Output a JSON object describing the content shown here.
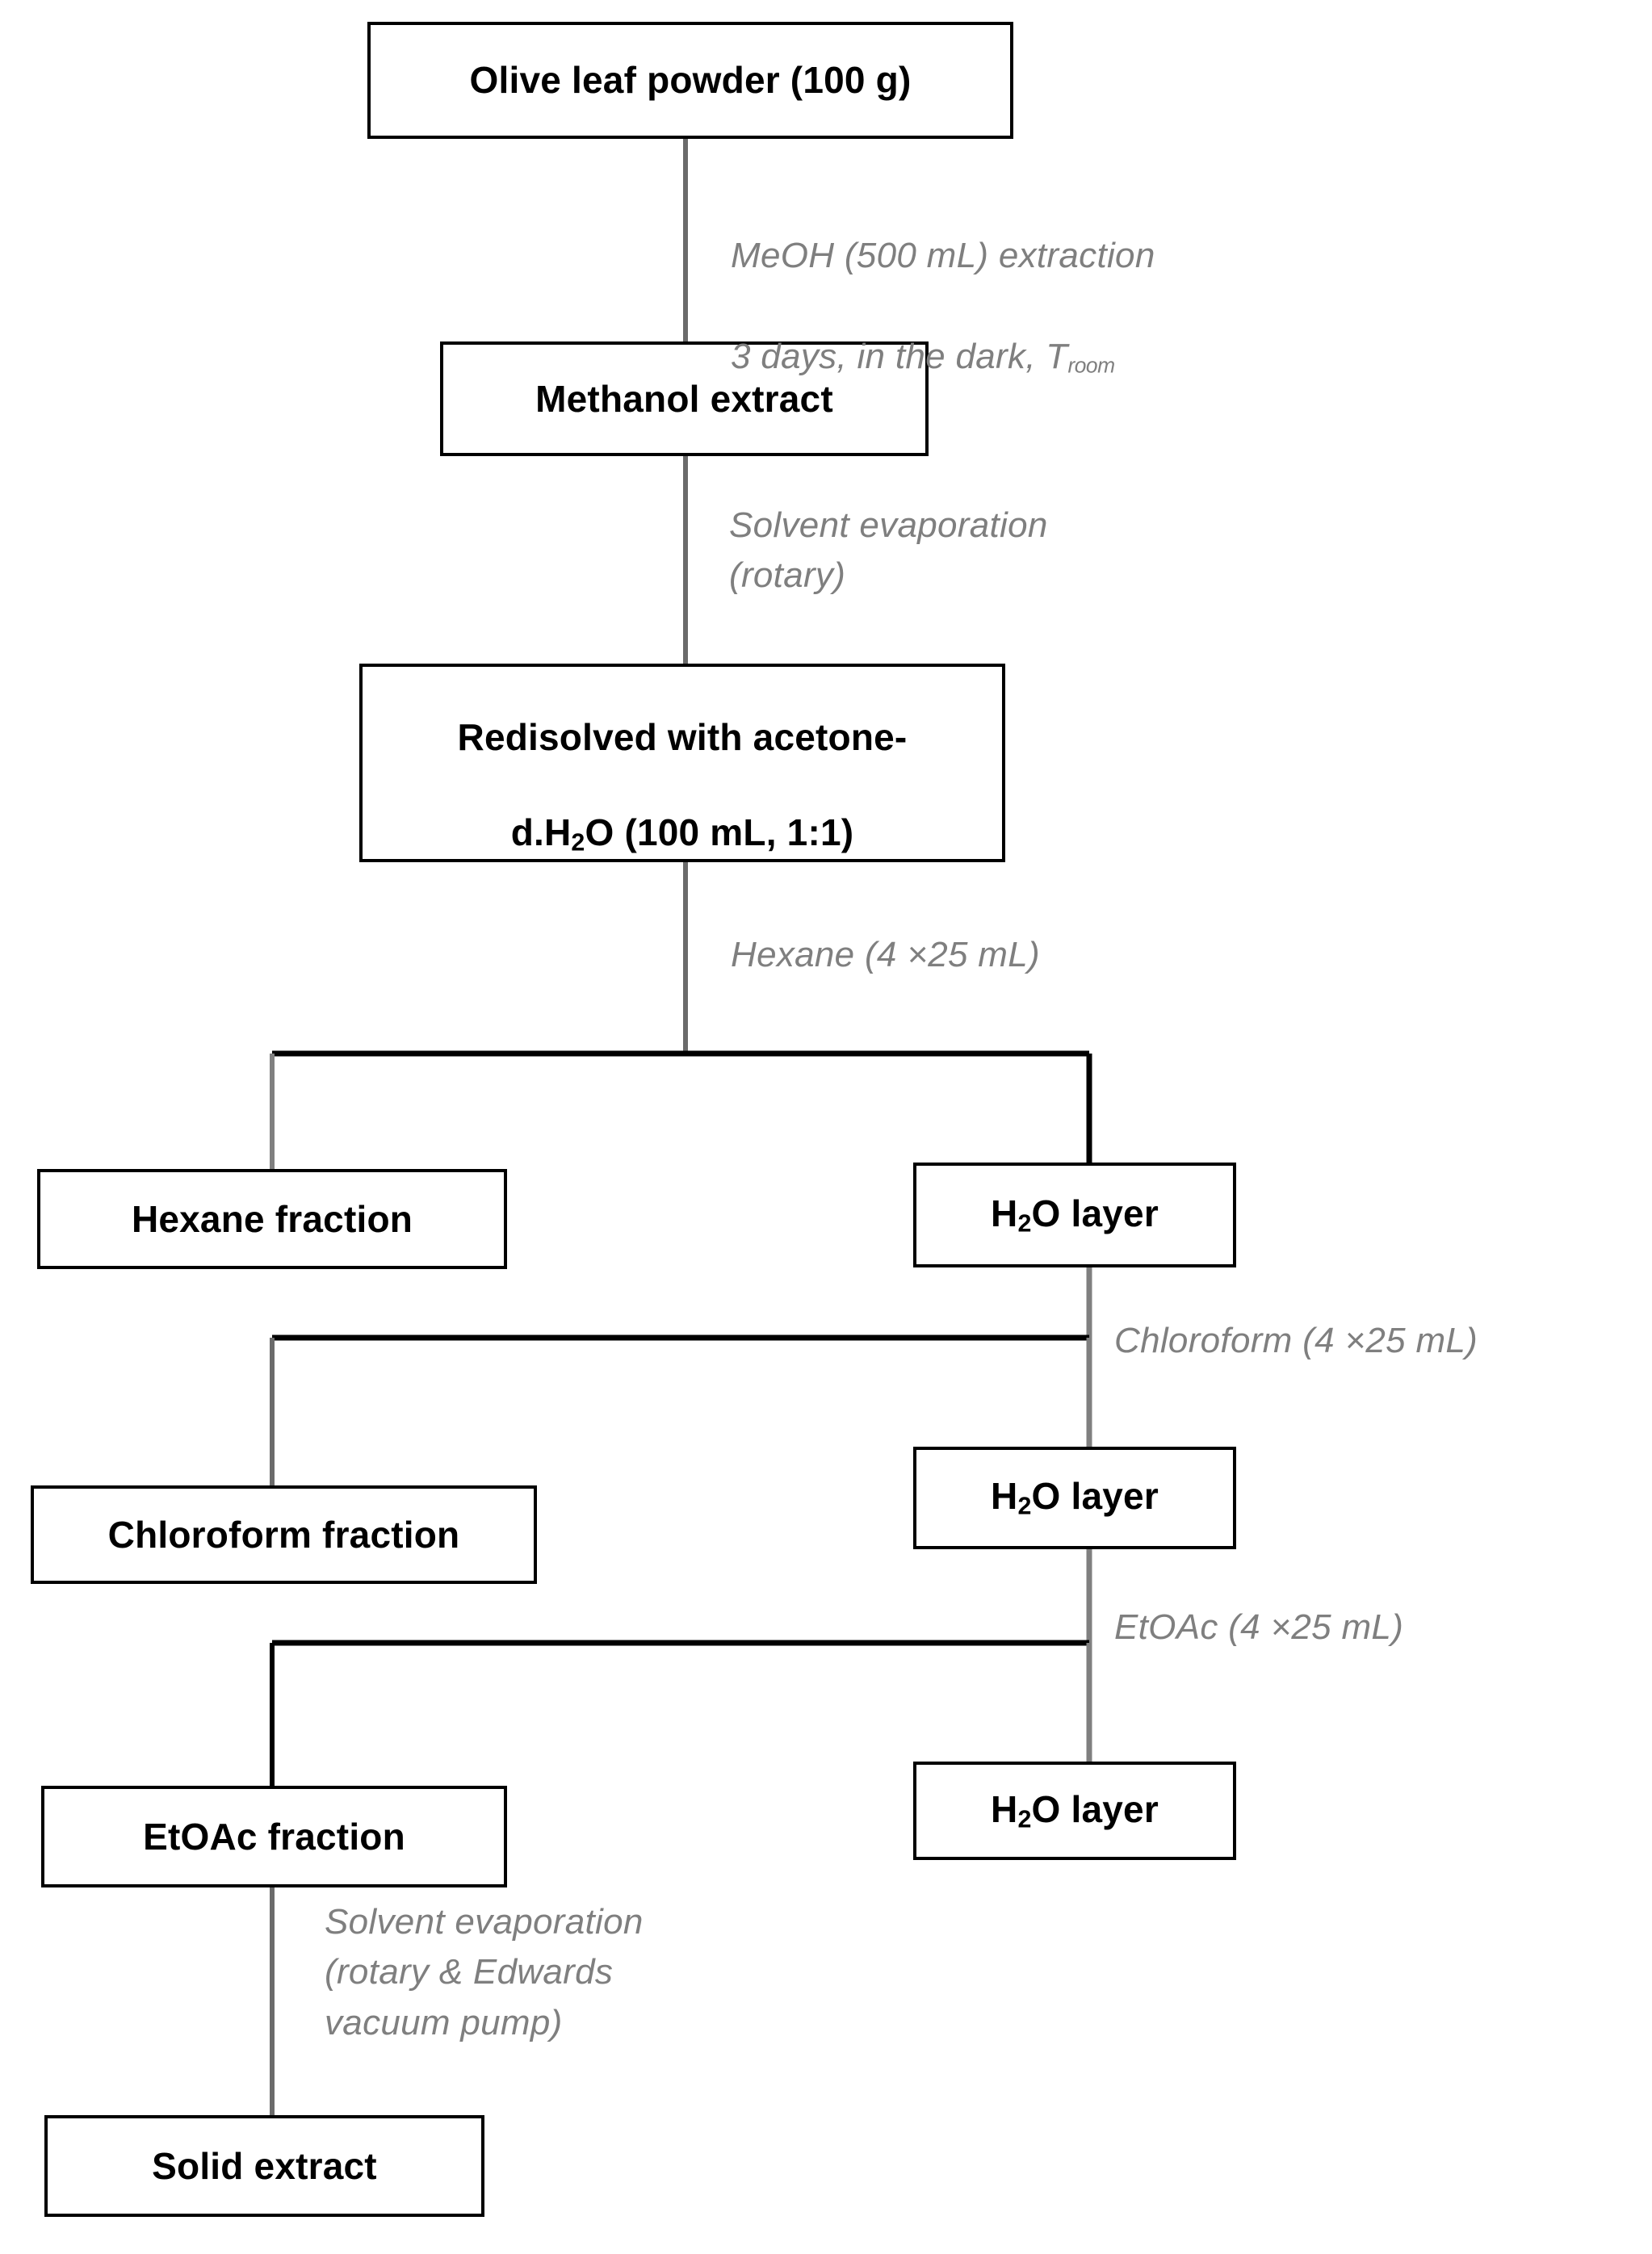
{
  "diagram": {
    "title": "Olive leaf extraction and liquid-liquid fractionation flowchart",
    "colors": {
      "box_border": "#000000",
      "box_fill": "#ffffff",
      "text": "#000000",
      "annotation_text": "#7f7f7f",
      "connector_dark": "#000000",
      "connector_gray": "#808080"
    },
    "nodes": [
      {
        "id": "olive-leaf-powder",
        "label": "Olive leaf powder (100 g)"
      },
      {
        "id": "methanol-extract",
        "label": "Methanol extract"
      },
      {
        "id": "redisolved-acetone",
        "label_line1": "Redisolved with acetone-",
        "label_line2_pre": "d.H",
        "label_line2_sub": "2",
        "label_line2_post": "O (100 mL, 1:1)"
      },
      {
        "id": "hexane-fraction",
        "label": "Hexane fraction"
      },
      {
        "id": "h2o-layer-1",
        "label_pre": "H",
        "label_sub": "2",
        "label_post": "O layer"
      },
      {
        "id": "chloroform-fraction",
        "label": "Chloroform fraction"
      },
      {
        "id": "h2o-layer-2",
        "label_pre": "H",
        "label_sub": "2",
        "label_post": "O layer"
      },
      {
        "id": "etoac-fraction",
        "label": "EtOAc fraction"
      },
      {
        "id": "h2o-layer-3",
        "label_pre": "H",
        "label_sub": "2",
        "label_post": "O layer"
      },
      {
        "id": "solid-extract",
        "label": "Solid extract"
      }
    ],
    "annotations": {
      "meoh_extraction_line1": "MeOH (500 mL) extraction",
      "meoh_extraction_line2_pre": "3 days, in the dark, T",
      "meoh_extraction_line2_sub": "room",
      "solvent_evaporation_rotary": "Solvent evaporation\n(rotary)",
      "hexane_partition": "Hexane (4 ×25 mL)",
      "chloroform_partition": "Chloroform (4 ×25 mL)",
      "etoac_partition": "EtOAc (4 ×25 mL)",
      "solvent_evaporation_pump": "Solvent evaporation\n(rotary & Edwards\nvacuum pump)"
    }
  }
}
